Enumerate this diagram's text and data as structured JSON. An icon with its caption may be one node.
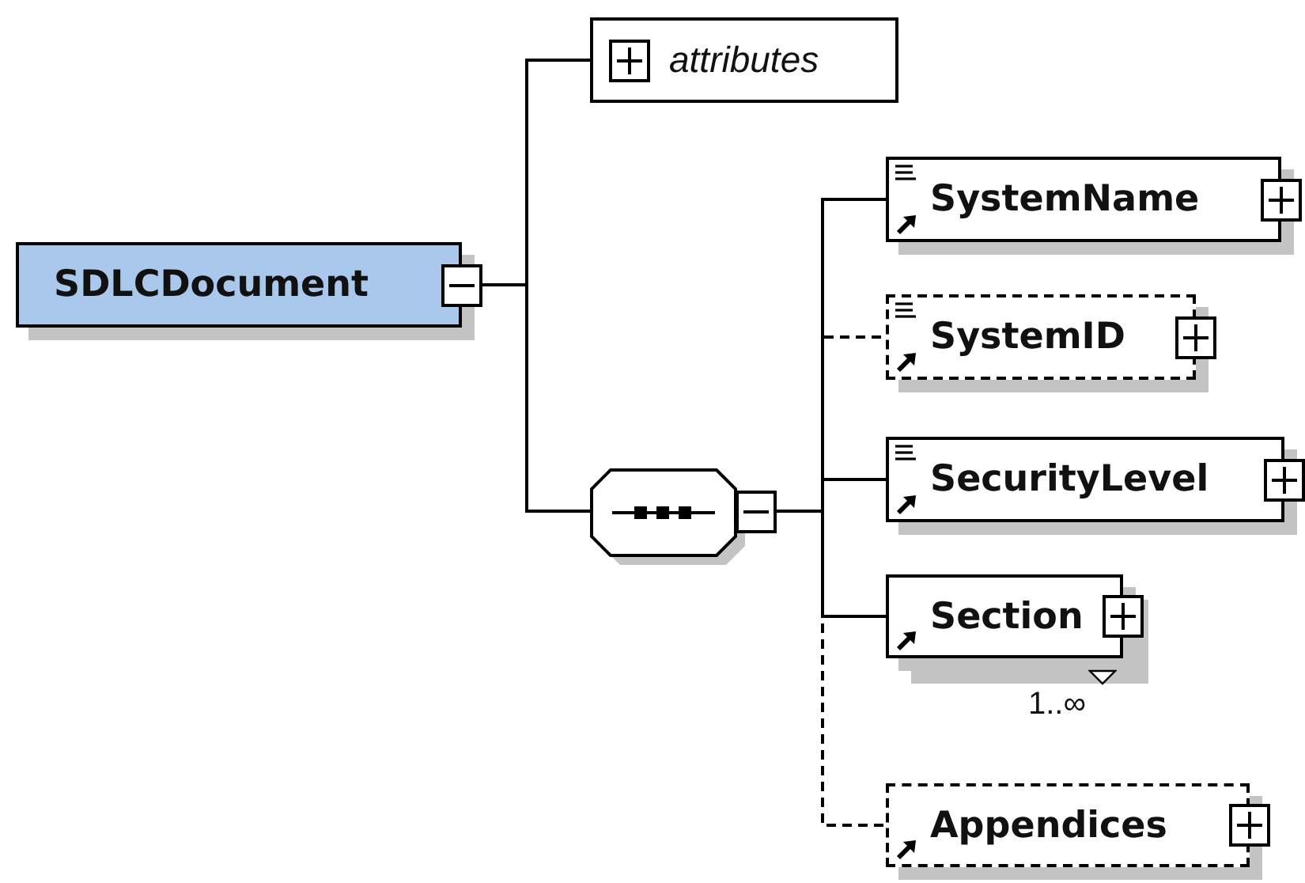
{
  "diagram": {
    "nodes": [
      {
        "text": [
          "SDLCDocument"
        ]
      },
      {
        "text": [
          "attributes"
        ]
      },
      {
        "text": [],
        "shape": "octagon"
      },
      {
        "text": [
          "SystemName"
        ]
      },
      {
        "text": [
          "SystemID"
        ]
      },
      {
        "text": [
          "SecurityLevel"
        ]
      },
      {
        "text": [
          "Section"
        ],
        "beside": [
          "1..∞"
        ]
      },
      {
        "text": [
          "Appendices"
        ]
      }
    ],
    "edges": [
      {
        "from": 0,
        "to": 1,
        "arrow": "none"
      },
      {
        "from": 0,
        "to": 2,
        "arrow": "none"
      },
      {
        "from": 2,
        "to": 3,
        "arrow": "none"
      },
      {
        "from": 2,
        "to": 4,
        "arrow": "none",
        "style": "dashed"
      },
      {
        "from": 2,
        "to": 5,
        "arrow": "none"
      },
      {
        "from": 2,
        "to": 6,
        "arrow": "none"
      },
      {
        "from": 2,
        "to": 7,
        "arrow": "none",
        "style": "dashed"
      }
    ]
  }
}
